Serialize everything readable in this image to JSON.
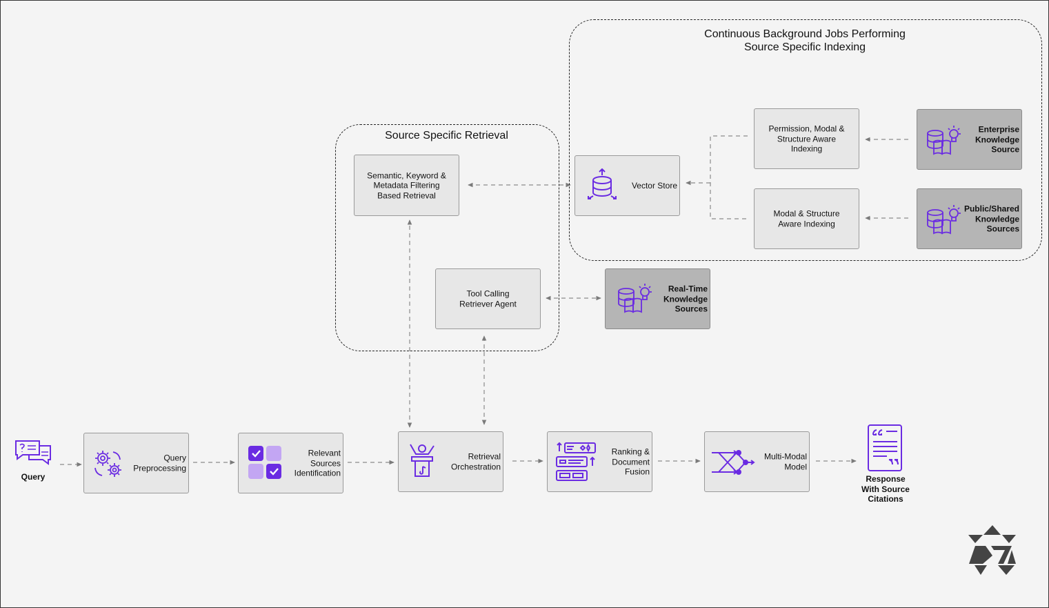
{
  "groups": {
    "background_jobs": "Continuous Background Jobs Performing\nSource Specific Indexing",
    "source_retrieval": "Source Specific Retrieval"
  },
  "nodes": {
    "semantic_retrieval": "Semantic, Keyword &\nMetadata Filtering\nBased Retrieval",
    "tool_calling": "Tool Calling\nRetriever Agent",
    "vector_store": "Vector Store",
    "permission_indexing": "Permission, Modal &\nStructure Aware\nIndexing",
    "modal_indexing": "Modal & Structure\nAware Indexing",
    "enterprise_source": "Enterprise\nKnowledge\nSource",
    "public_sources": "Public/Shared\nKnowledge\nSources",
    "realtime_sources": "Real-Time\nKnowledge\nSources",
    "query": "Query",
    "query_preprocessing": "Query\nPreprocessing",
    "relevant_sources": "Relevant\nSources\nIdentification",
    "retrieval_orchestration": "Retrieval\nOrchestration",
    "ranking_fusion": "Ranking &\nDocument\nFusion",
    "multimodal_model": "Multi-Modal\nModel",
    "response": "Response\nWith Source\nCitations"
  },
  "colors": {
    "accent": "#6a2be2",
    "accent_light": "#c3a6f3",
    "box": "#e7e7e7",
    "box_dark": "#b5b5b5",
    "background": "#f4f4f4"
  }
}
